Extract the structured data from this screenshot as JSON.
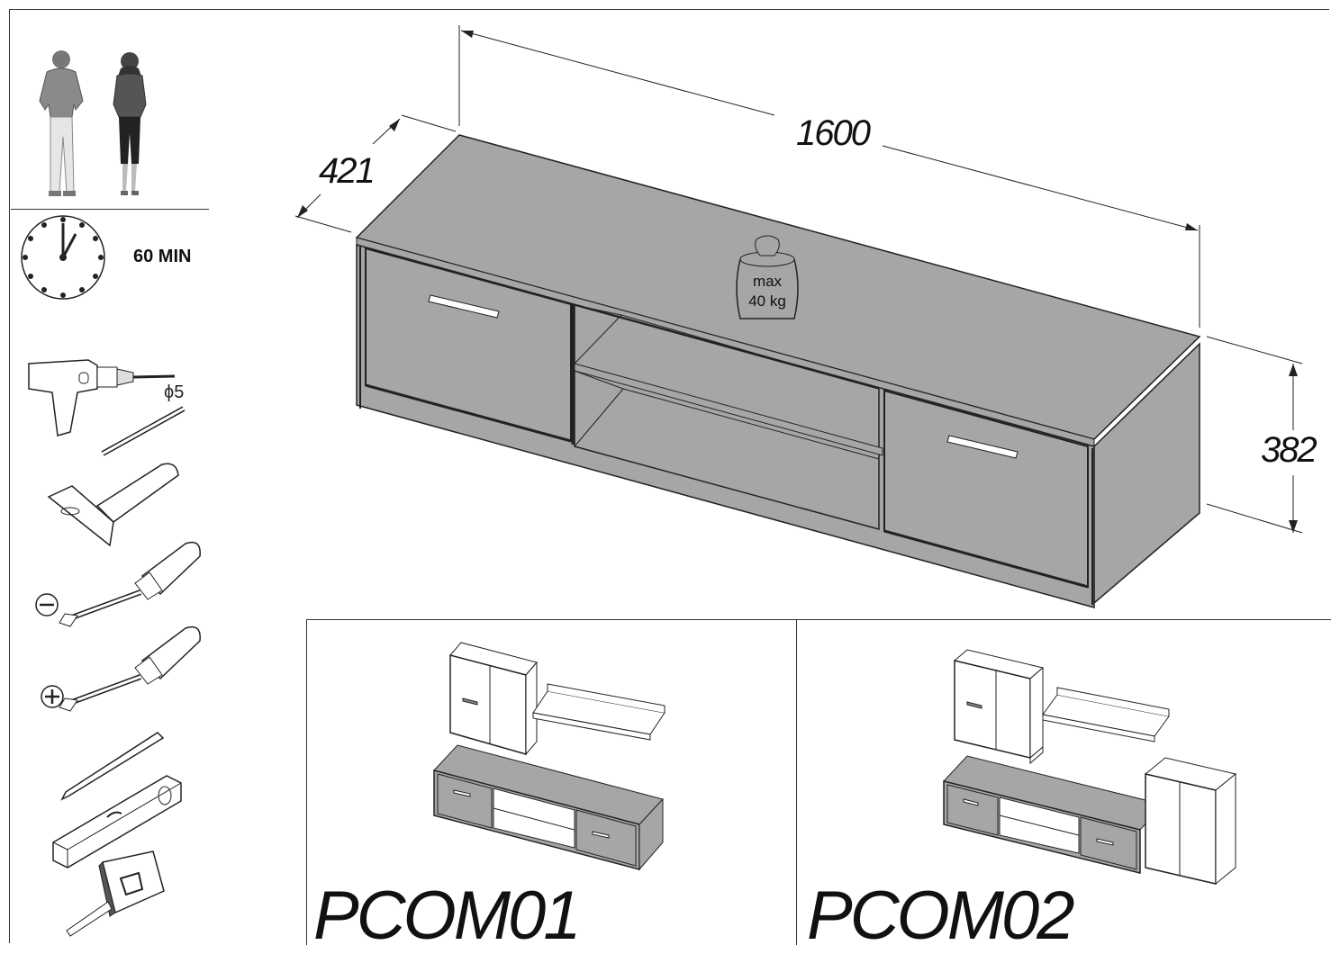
{
  "assembly": {
    "time_label": "60 MIN"
  },
  "dimensions": {
    "length": "1600",
    "depth": "421",
    "height": "382"
  },
  "load": {
    "line1": "max",
    "line2": "40 kg"
  },
  "configurations": [
    {
      "code": "PCOM01"
    },
    {
      "code": "PCOM02"
    }
  ],
  "tools": {
    "drill_bit_label": "ϕ5"
  },
  "icons": [
    "two-persons-icon",
    "clock-icon",
    "drill-icon",
    "hammer-icon",
    "flat-screwdriver-icon",
    "phillips-screwdriver-icon",
    "pencil-icon",
    "spirit-level-icon",
    "tape-measure-icon",
    "weight-icon"
  ],
  "colors": {
    "panel_gray": "#a6a6a6",
    "dark_gray": "#808080",
    "line": "#222222"
  }
}
